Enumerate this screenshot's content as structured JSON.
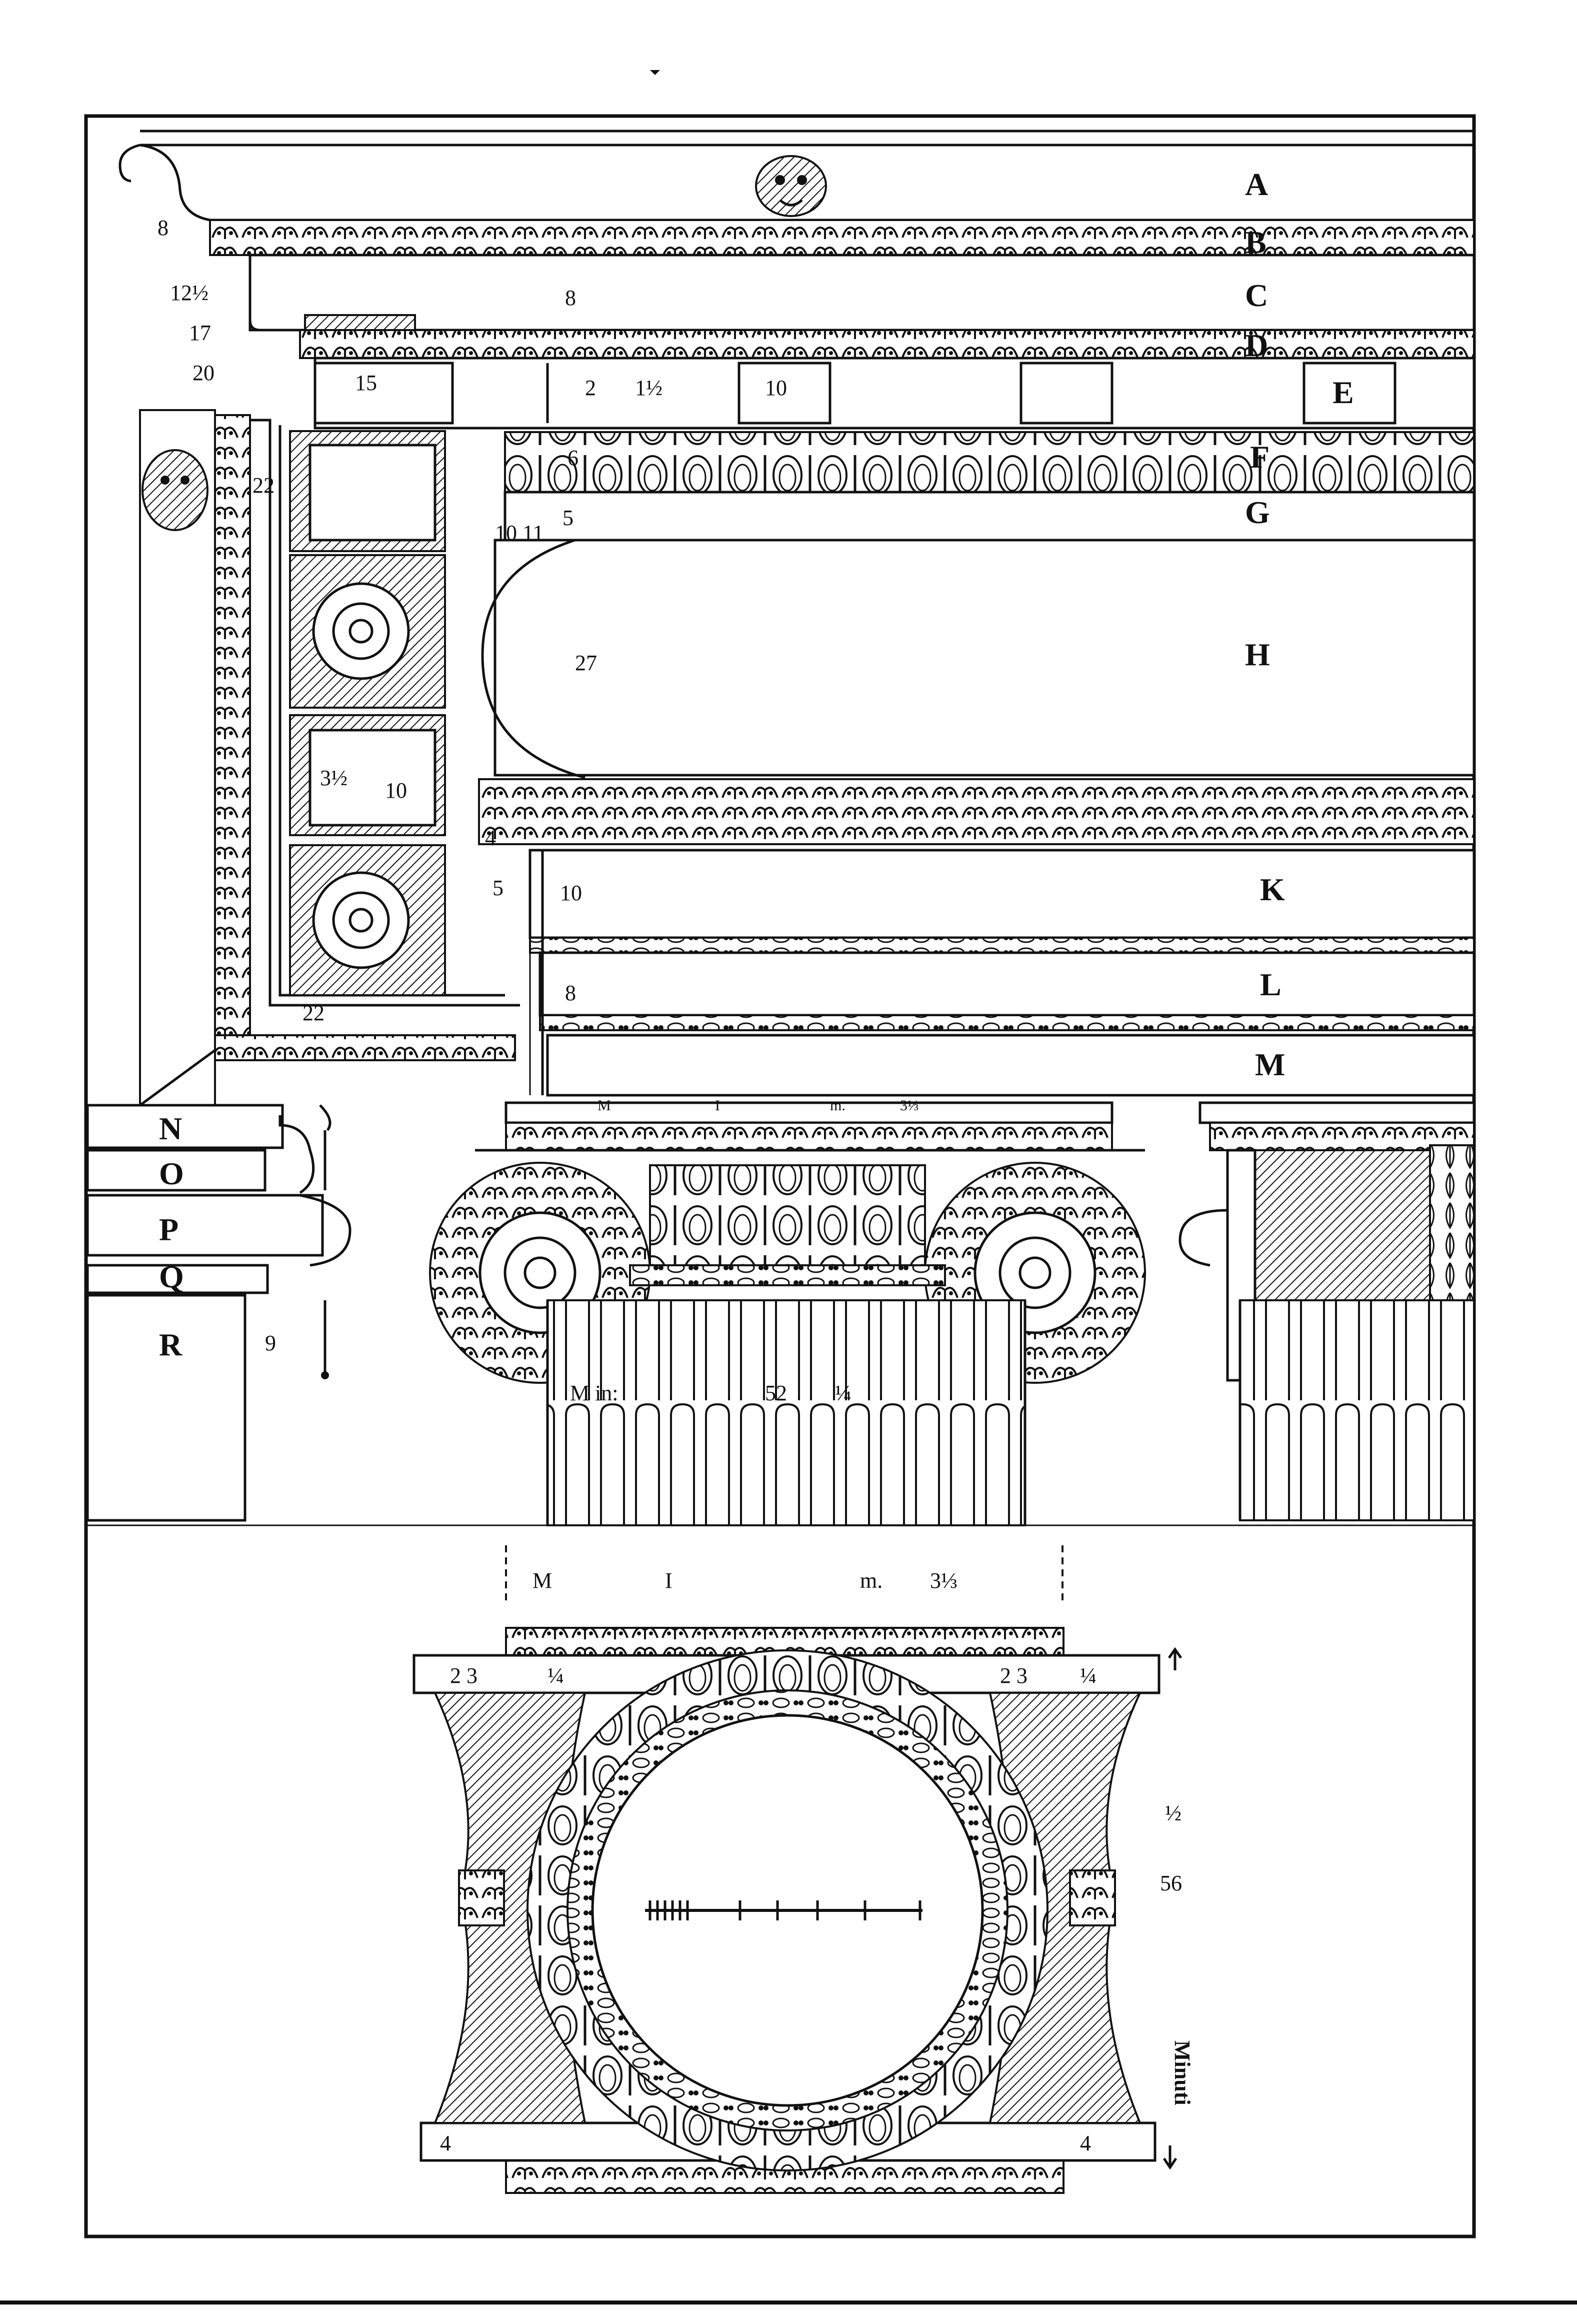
{
  "entablature_letters": {
    "A": "A",
    "B": "B",
    "C": "C",
    "D": "D",
    "E": "E",
    "F": "F",
    "G": "G",
    "H": "H",
    "K": "K",
    "L": "L",
    "M": "M"
  },
  "base_letters": {
    "N": "N",
    "O": "O",
    "P": "P",
    "Q": "Q",
    "R": "R"
  },
  "measures": {
    "cornice_8": "8",
    "cornice_12half": "12½",
    "cornice_17": "17",
    "cornice_20": "20",
    "block_15": "15",
    "dentil_2": "2",
    "dentil_1half": "1½",
    "dentil_10": "10",
    "corona_8": "8",
    "frieze_27": "27",
    "frieze_10_11": "10 11",
    "frieze_5": "5",
    "ovolo_6": "6",
    "soffit_3half": "3½",
    "soffit_10": "10",
    "soffit_22a": "22",
    "soffit_22b": "22",
    "arch_4": "4",
    "arch_5": "5",
    "arch_10": "10",
    "arch_8": "8",
    "base_9": "9",
    "shaft_M": "M",
    "shaft_min": "in:",
    "shaft_52": "52",
    "shaft_quarter": "¼",
    "abacus_M": "M",
    "abacus_I": "I",
    "abacus_m": "m.",
    "abacus_3third": "3⅓",
    "plan_M": "M",
    "plan_I": "I",
    "plan_m": "m.",
    "plan_3third": "3⅓",
    "plan_23a": "2 3",
    "plan_quarter_a": "¼",
    "plan_23b": "2 3",
    "plan_quarter_b": "¼",
    "plan_4a": "4",
    "plan_4b": "4",
    "plan_56": "56",
    "plan_56_half": "½",
    "plan_minuti": "Minuti"
  },
  "colors": {
    "ink": "#111111",
    "paper": "#ffffff"
  }
}
